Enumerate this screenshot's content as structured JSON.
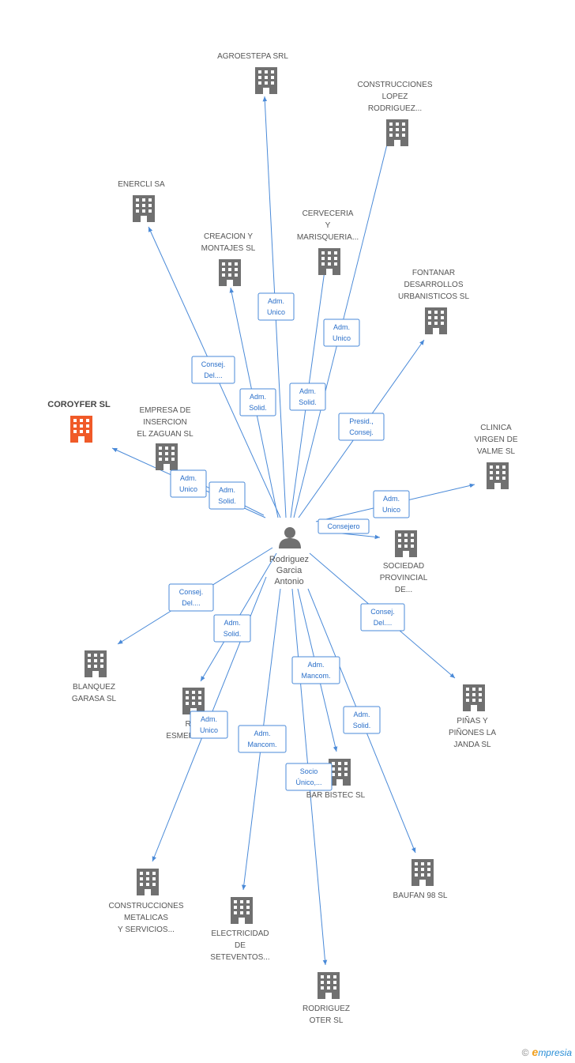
{
  "center": {
    "name_lines": [
      "Rodriguez",
      "Garcia",
      "Antonio"
    ],
    "icon": "person-icon"
  },
  "colors": {
    "edge": "#4a8ad8",
    "building": "#707070",
    "focus_building": "#f05a28",
    "label": "#555555"
  },
  "companies": [
    {
      "id": "agroestepa",
      "lines": [
        "AGROESTEPA SRL"
      ]
    },
    {
      "id": "construcciones-lopez",
      "lines": [
        "CONSTRUCCIONES",
        "LOPEZ",
        "RODRIGUEZ..."
      ]
    },
    {
      "id": "enercli",
      "lines": [
        "ENERCLI SA"
      ]
    },
    {
      "id": "cerveceria",
      "lines": [
        "CERVECERIA",
        "Y",
        "MARISQUERIA..."
      ]
    },
    {
      "id": "creacion-montajes",
      "lines": [
        "CREACION Y",
        "MONTAJES SL"
      ]
    },
    {
      "id": "fontanar",
      "lines": [
        "FONTANAR",
        "DESARROLLOS",
        "URBANISTICOS SL"
      ]
    },
    {
      "id": "coroyfer",
      "lines": [
        "COROYFER SL"
      ],
      "focus": true
    },
    {
      "id": "empresa-insercion",
      "lines": [
        "EMPRESA DE",
        "INSERCION",
        "EL ZAGUAN SL"
      ]
    },
    {
      "id": "clinica",
      "lines": [
        "CLINICA",
        "VIRGEN DE",
        "VALME SL"
      ]
    },
    {
      "id": "sociedad-provincial",
      "lines": [
        "SOCIEDAD",
        "PROVINCIAL",
        "DE..."
      ]
    },
    {
      "id": "blanquez",
      "lines": [
        "BLANQUEZ",
        "GARASA SL"
      ]
    },
    {
      "id": "ro-esmerald",
      "lines": [
        "RO",
        "ESMERALD..."
      ]
    },
    {
      "id": "pinas",
      "lines": [
        "PIÑAS Y",
        "PIÑONES LA",
        "JANDA SL"
      ]
    },
    {
      "id": "bar-bistec",
      "lines": [
        "BAR BISTEC  SL"
      ]
    },
    {
      "id": "construcciones-metalicas",
      "lines": [
        "CONSTRUCCIONES",
        "METALICAS",
        "Y SERVICIOS..."
      ]
    },
    {
      "id": "electricidad",
      "lines": [
        "ELECTRICIDAD",
        "DE",
        "SETEVENTOS..."
      ]
    },
    {
      "id": "baufan",
      "lines": [
        "BAUFAN 98 SL"
      ]
    },
    {
      "id": "rodriguez-oter",
      "lines": [
        "RODRIGUEZ",
        "OTER SL"
      ]
    }
  ],
  "relations": [
    {
      "to": "agroestepa",
      "lines": [
        "Adm.",
        "Unico"
      ]
    },
    {
      "to": "construcciones-lopez",
      "lines": [
        "Adm.",
        "Unico"
      ]
    },
    {
      "to": "enercli",
      "lines": [
        "Consej.",
        "Del...."
      ]
    },
    {
      "to": "cerveceria",
      "lines": [
        "Adm.",
        "Solid."
      ]
    },
    {
      "to": "creacion-montajes",
      "lines": [
        "Adm.",
        "Solid."
      ]
    },
    {
      "to": "fontanar",
      "lines": [
        "Presid.,",
        "Consej."
      ]
    },
    {
      "to": "coroyfer",
      "lines": [
        "Adm.",
        "Unico"
      ]
    },
    {
      "to": "empresa-insercion",
      "lines": [
        "Adm.",
        "Solid."
      ]
    },
    {
      "to": "clinica",
      "lines": [
        "Adm.",
        "Unico"
      ]
    },
    {
      "to": "sociedad-provincial",
      "lines": [
        "Consejero"
      ]
    },
    {
      "to": "blanquez",
      "lines": [
        "Consej.",
        "Del...."
      ]
    },
    {
      "to": "ro-esmerald",
      "lines": [
        "Adm.",
        "Solid."
      ]
    },
    {
      "to": "pinas",
      "lines": [
        "Consej.",
        "Del...."
      ]
    },
    {
      "to": "bar-bistec",
      "lines": [
        "Adm.",
        "Mancom."
      ]
    },
    {
      "to": "construcciones-metalicas",
      "lines": [
        "Adm.",
        "Unico"
      ]
    },
    {
      "to": "electricidad",
      "lines": [
        "Adm.",
        "Mancom."
      ]
    },
    {
      "to": "baufan",
      "lines": [
        "Adm.",
        "Solid."
      ]
    },
    {
      "to": "rodriguez-oter",
      "lines": [
        "Socio",
        "Único,..."
      ]
    }
  ],
  "footer": {
    "copyright": "©",
    "brand_initial": "e",
    "brand_rest": "mpresia"
  }
}
